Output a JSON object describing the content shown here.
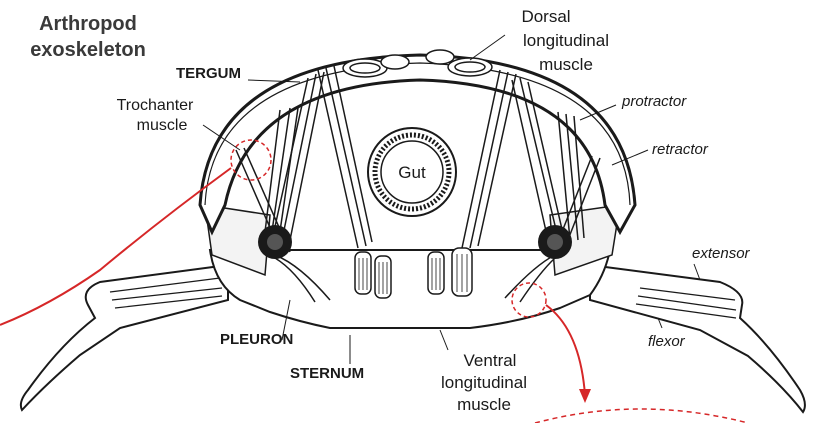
{
  "title": {
    "line1": "Arthropod",
    "line2": "exoskeleton"
  },
  "labels": {
    "tergum": "TERGUM",
    "trochanter_line1": "Trochanter",
    "trochanter_line2": "muscle",
    "gut": "Gut",
    "dorsal_line1": "Dorsal",
    "dorsal_line2": "longitudinal",
    "dorsal_line3": "muscle",
    "protractor": "protractor",
    "retractor": "retractor",
    "extensor": "extensor",
    "flexor": "flexor",
    "pleuron": "PLEURON",
    "sternum": "STERNUM",
    "ventral_line1": "Ventral",
    "ventral_line2": "longitudinal",
    "ventral_line3": "muscle"
  },
  "colors": {
    "highlight": "#d62728",
    "ink": "#1a1a1a"
  }
}
